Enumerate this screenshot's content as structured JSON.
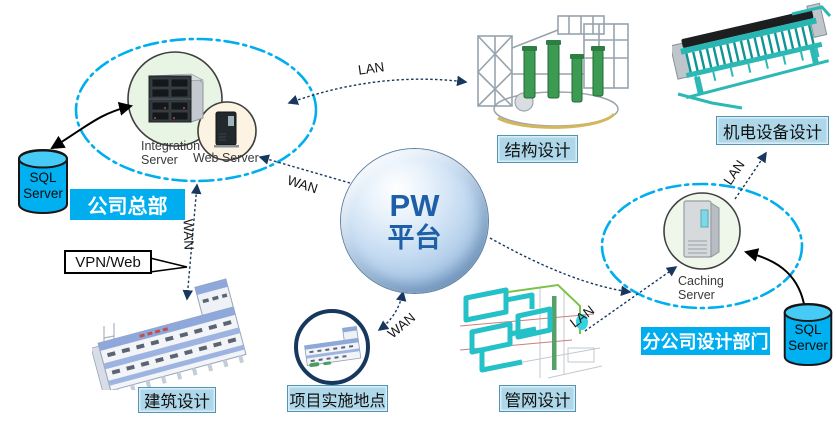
{
  "platform": {
    "line1": "PW",
    "line2": "平台"
  },
  "headquarters": {
    "label": "公司总部",
    "integration_server": {
      "line1": "Integration",
      "line2": "Server"
    },
    "web_server": "Web Server"
  },
  "branch": {
    "label": "分公司设计部门",
    "caching_server": {
      "line1": "Caching",
      "line2": "Server"
    }
  },
  "databases": {
    "hq_sql": {
      "line1": "SQL",
      "line2": "Server"
    },
    "branch_sql": {
      "line1": "SQL",
      "line2": "Server"
    }
  },
  "sites": {
    "structural": "结构设计",
    "mechanical": "机电设备设计",
    "architecture": "建筑设计",
    "project_site": "项目实施地点",
    "pipe_network": "管网设计"
  },
  "callout": "VPN/Web",
  "links": {
    "lan_structural": "LAN",
    "lan_mechanical": "LAN",
    "lan_pipe_network": "LAN",
    "wan_web_server": "WAN",
    "wan_architecture": "WAN",
    "wan_project_site": "WAN"
  },
  "colors": {
    "accent_blue": "#00AEEF",
    "arrow_navy": "#17375E",
    "sphere_text_blue": "#1F5FA8",
    "tag_background": "#AED8E9",
    "tag_border": "#4F96B5",
    "db_cylinder": "#00B0F0"
  }
}
